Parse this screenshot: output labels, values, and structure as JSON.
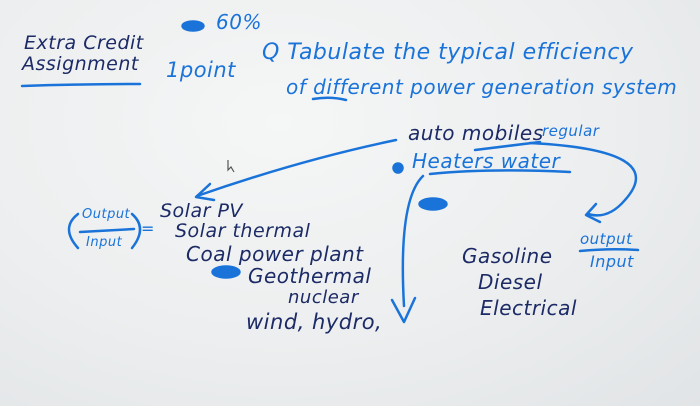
{
  "header": {
    "line1": "Extra Credit",
    "line2": "Assignment",
    "top_mark": "60%",
    "points": "1point"
  },
  "question": {
    "line1": "Q Tabulate the typical efficiency",
    "line2": "of different power generation system"
  },
  "systems_left": {
    "output_label": "Output",
    "input_label": "Input",
    "equals": "=",
    "items": [
      "Solar PV",
      "Solar thermal",
      "Coal power plant",
      "Geothermal",
      "nuclear",
      "wind, hydro,"
    ]
  },
  "systems_right": {
    "line1": "auto mobiles",
    "line1_note": "regular",
    "line2": "Heaters water",
    "fuels": [
      "Gasoline",
      "Diesel",
      "Electrical"
    ],
    "ratio_top": "output",
    "ratio_bottom": "Input"
  },
  "colors": {
    "ink": "#1a73d9",
    "dark_ink": "#1c2a66",
    "paper": "#eceeef"
  }
}
